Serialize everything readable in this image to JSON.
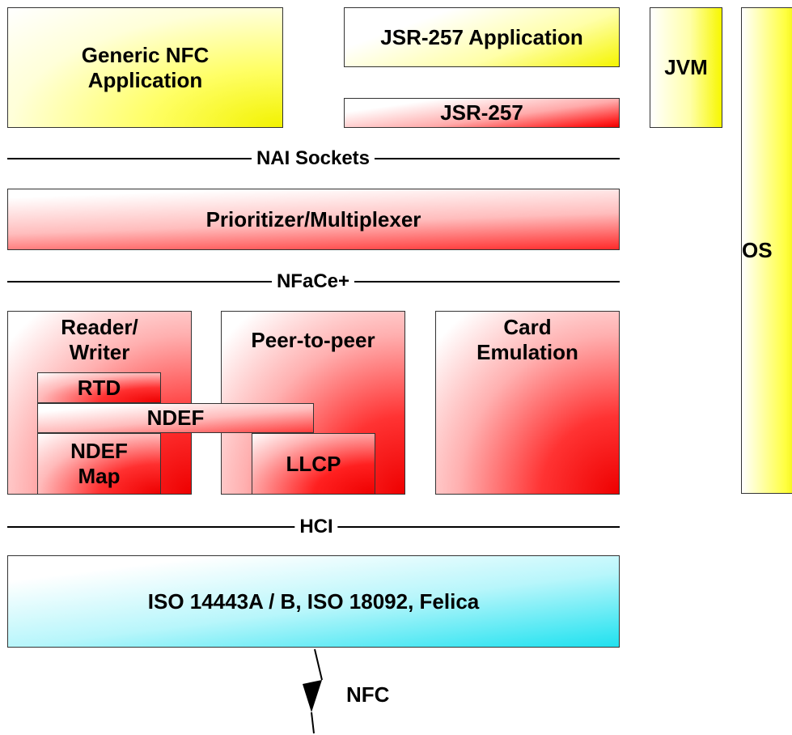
{
  "blocks": {
    "generic_nfc_app": "Generic NFC Application",
    "jsr257_app": "JSR-257 Application",
    "jsr257": "JSR-257",
    "jvm": "JVM",
    "os": "OS",
    "prioritizer": "Prioritizer/Multiplexer",
    "reader_writer": "Reader/ Writer",
    "rtd": "RTD",
    "ndef": "NDEF",
    "ndef_map": "NDEF Map",
    "peer_to_peer": "Peer-to-peer",
    "llcp": "LLCP",
    "card_emulation": "Card Emulation",
    "iso": "ISO 14443A / B, ISO 18092, Felica"
  },
  "separators": {
    "nai_sockets": "NAI Sockets",
    "nface": "NFaCe+",
    "hci": "HCI"
  },
  "radio": {
    "nfc": "NFC"
  },
  "colors": {
    "yellow": "#f2f200",
    "red": "#ee0000",
    "cyan": "#22e0ee",
    "border": "#333333"
  }
}
